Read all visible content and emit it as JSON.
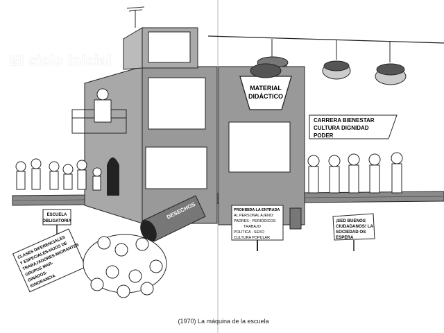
{
  "ghost_title": "El ciclo inicial",
  "signs": {
    "material": [
      "MATERIAL",
      "DIDÁCTICO"
    ],
    "careers": [
      "CARRERA BIENESTAR",
      "CULTURA DIGNIDAD",
      "PODER"
    ],
    "waste": "DESECHOS",
    "school": [
      "ESCUELA",
      "OBLIGATORIA"
    ],
    "prohibition": [
      "PROHIBIDA LA ENTRADA",
      "AL PERSONAL AJENO:",
      "PADRES - PERIÓDICOS",
      "TRABAJO",
      "POLÍTICA - SEXO",
      "CULTURA POPULAR"
    ],
    "citizens": [
      "¡SED BUENOS",
      "CIUDADANOS! LA",
      "SOCIEDAD OS",
      "ESPERA"
    ],
    "social": [
      "CLASES DIFERENCIALES",
      "Y ESPECIALES-HIJOS DE",
      "TRABAJADORES-MIGRANTES",
      "GRUPOS MAR-",
      "GINADOS-",
      "IGNORANCIA"
    ]
  },
  "caption": "(1970) La máquina de la escuela"
}
